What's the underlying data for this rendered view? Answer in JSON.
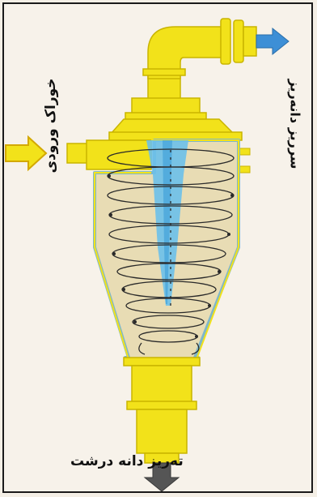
{
  "labels": {
    "feed_input": "خوراک ورودی",
    "overflow_fine": "سرریز دانه‌ریز",
    "underflow_coarse": "ته‌ریز دانه درشت"
  },
  "colors": {
    "yellow": "#f2e21a",
    "body_fill": "#e8dcb4",
    "cone_outline": "#7fb7c9",
    "vortex_blue": "#6cc0ea",
    "arrow_gray": "#555555",
    "arrow_outline": "#e2c000",
    "spiral": "#2a2a2a"
  },
  "icons": {
    "feed_arrow": "arrow-right-icon",
    "overflow_arrow": "arrow-right-icon",
    "underflow_arrow": "arrow-down-icon"
  }
}
